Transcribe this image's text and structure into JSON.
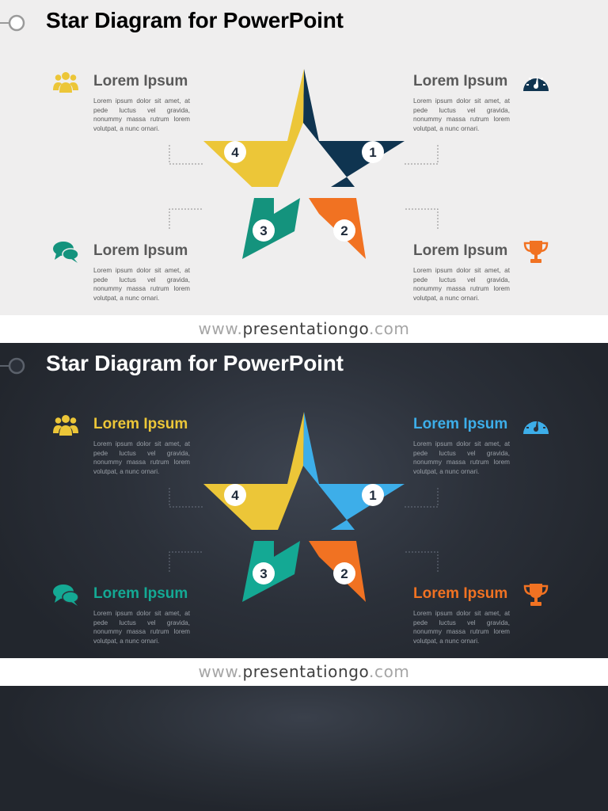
{
  "slides": [
    {
      "theme": "light",
      "title": "Star Diagram for PowerPoint",
      "colors": {
        "seg1": "#0f3450",
        "seg2": "#f17222",
        "seg3": "#14937d",
        "seg4": "#ecc638",
        "connector": "#8c8c8c",
        "heading": "#5a5a5a"
      },
      "steps": [
        {
          "number": "1",
          "heading": "Lorem Ipsum",
          "text": "Lorem ipsum dolor sit amet, at pede luctus vel gravida, nonummy massa rutrum lorem volutpat, a nunc ornari.",
          "icon": "speedometer-icon"
        },
        {
          "number": "2",
          "heading": "Lorem Ipsum",
          "text": "Lorem ipsum dolor sit amet, at pede luctus vel gravida, nonummy massa rutrum lorem volutpat, a nunc ornari.",
          "icon": "trophy-icon"
        },
        {
          "number": "3",
          "heading": "Lorem Ipsum",
          "text": "Lorem ipsum dolor sit amet, at pede luctus vel gravida, nonummy massa rutrum lorem volutpat, a nunc ornari.",
          "icon": "chat-bubbles-icon"
        },
        {
          "number": "4",
          "heading": "Lorem Ipsum",
          "text": "Lorem ipsum dolor sit amet, at pede luctus vel gravida, nonummy massa rutrum lorem volutpat, a nunc ornari.",
          "icon": "people-group-icon"
        }
      ]
    },
    {
      "theme": "dark",
      "title": "Star Diagram for PowerPoint",
      "colors": {
        "seg1": "#3daee9",
        "seg2": "#f17222",
        "seg3": "#14a994",
        "seg4": "#ecc638",
        "connector": "#6b7280"
      },
      "steps": [
        {
          "number": "1",
          "heading": "Lorem Ipsum",
          "text": "Lorem ipsum dolor sit amet, at pede luctus vel gravida, nonummy massa rutrum lorem volutpat, a nunc ornari.",
          "icon": "speedometer-icon"
        },
        {
          "number": "2",
          "heading": "Lorem Ipsum",
          "text": "Lorem ipsum dolor sit amet, at pede luctus vel gravida, nonummy massa rutrum lorem volutpat, a nunc ornari.",
          "icon": "trophy-icon"
        },
        {
          "number": "3",
          "heading": "Lorem Ipsum",
          "text": "Lorem ipsum dolor sit amet, at pede luctus vel gravida, nonummy massa rutrum lorem volutpat, a nunc ornari.",
          "icon": "chat-bubbles-icon"
        },
        {
          "number": "4",
          "heading": "Lorem Ipsum",
          "text": "Lorem ipsum dolor sit amet, at pede luctus vel gravida, nonummy massa rutrum lorem volutpat, a nunc ornari.",
          "icon": "people-group-icon"
        }
      ]
    }
  ],
  "footer": {
    "prefix": "www.",
    "brand": "presentationgo",
    "suffix": ".com"
  }
}
